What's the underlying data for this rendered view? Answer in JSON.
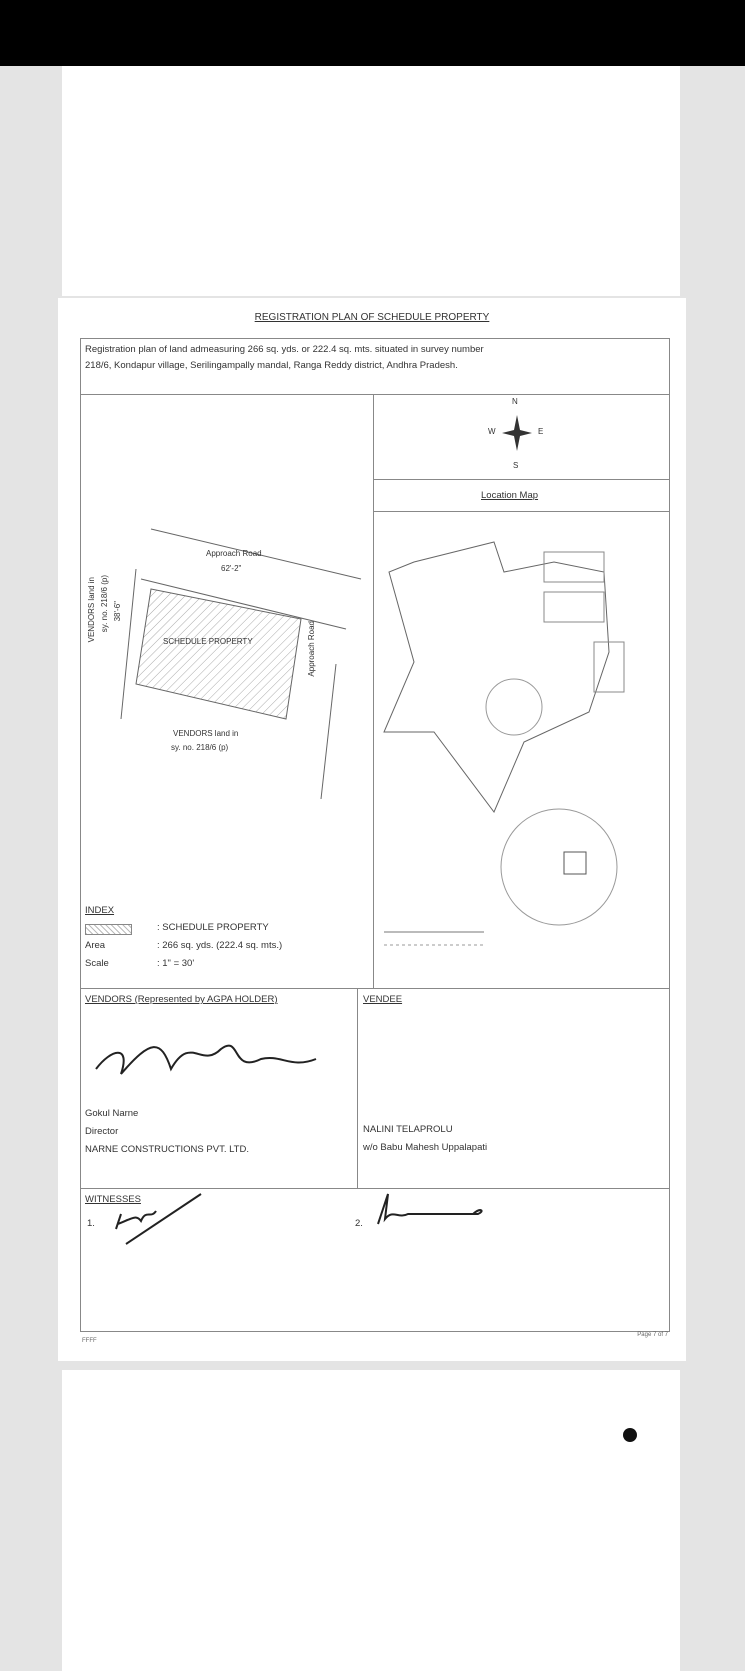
{
  "document": {
    "title": "REGISTRATION PLAN OF SCHEDULE PROPERTY",
    "description_line1": "Registration plan of land admeasuring 266 sq. yds. or 222.4 sq. mts. situated in survey number",
    "description_line2": "218/6, Kondapur village, Serilingampally mandal, Ranga Reddy district, Andhra Pradesh.",
    "compass": {
      "n": "N",
      "s": "S",
      "e": "E",
      "w": "W"
    },
    "location_map_label": "Location Map",
    "plan": {
      "road_top": "Approach Road",
      "top_dim": "62'-2\"",
      "road_right": "Approach Road",
      "left_label_1": "VENDORS land in",
      "left_label_2": "sy. no. 218/6 (p)",
      "left_dim": "38'-6\"",
      "bottom_label_1": "VENDORS land in",
      "bottom_label_2": "sy. no. 218/6 (p)",
      "property_label": "SCHEDULE PROPERTY"
    },
    "index": {
      "heading": "INDEX",
      "rows": [
        {
          "label": "",
          "value": ": SCHEDULE PROPERTY"
        },
        {
          "label": "Area",
          "value": ": 266 sq. yds. (222.4 sq. mts.)"
        },
        {
          "label": "Scale",
          "value": ": 1\" = 30'"
        }
      ]
    },
    "vendors": {
      "heading": "VENDORS (Represented by AGPA HOLDER)",
      "signature": "Gokul Narne",
      "name": "Gokul Narne",
      "role": "Director",
      "company": "NARNE CONSTRUCTIONS PVT. LTD."
    },
    "vendee": {
      "heading": "VENDEE",
      "name": "NALINI TELAPROLU",
      "relation": "w/o Babu Mahesh Uppalapati"
    },
    "witnesses": {
      "heading": "WITNESSES",
      "first": "1.",
      "second": "2."
    },
    "footer_left": "FFFF",
    "footer_right": "Page 7 of 7"
  }
}
